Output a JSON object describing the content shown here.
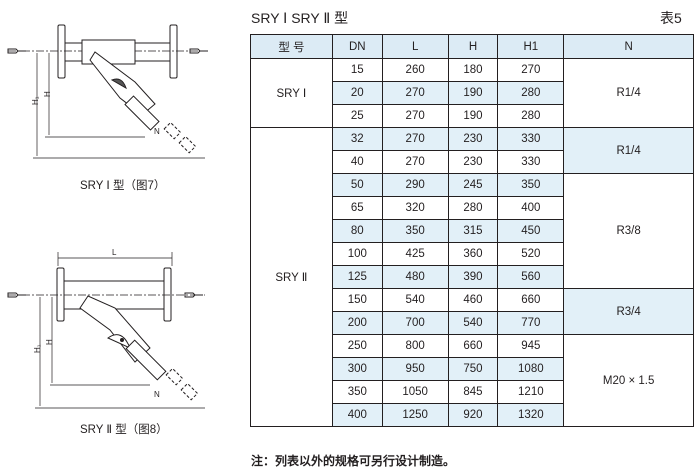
{
  "title": "SRY Ⅰ   SRY Ⅱ 型",
  "table_no": "表5",
  "headers": [
    "型 号",
    "DN",
    "L",
    "H",
    "H1",
    "N"
  ],
  "groups": [
    {
      "model": "SRY Ⅰ",
      "rows": [
        [
          "15",
          "260",
          "180",
          "270"
        ],
        [
          "20",
          "270",
          "190",
          "280"
        ],
        [
          "25",
          "270",
          "190",
          "280"
        ]
      ],
      "n": [
        {
          "label": "R1/4",
          "span": 3,
          "shaded": false
        }
      ]
    },
    {
      "model": "SRY Ⅱ",
      "rows": [
        [
          "32",
          "270",
          "230",
          "330"
        ],
        [
          "40",
          "270",
          "230",
          "330"
        ],
        [
          "50",
          "290",
          "245",
          "350"
        ],
        [
          "65",
          "320",
          "280",
          "400"
        ],
        [
          "80",
          "350",
          "315",
          "450"
        ],
        [
          "100",
          "425",
          "360",
          "520"
        ],
        [
          "125",
          "480",
          "390",
          "560"
        ],
        [
          "150",
          "540",
          "460",
          "660"
        ],
        [
          "200",
          "700",
          "540",
          "770"
        ],
        [
          "250",
          "800",
          "660",
          "945"
        ],
        [
          "300",
          "950",
          "750",
          "1080"
        ],
        [
          "350",
          "1050",
          "845",
          "1210"
        ],
        [
          "400",
          "1250",
          "920",
          "1320"
        ]
      ],
      "n": [
        {
          "label": "R1/4",
          "span": 2,
          "shaded": true
        },
        {
          "label": "R3/8",
          "span": 5,
          "shaded": false
        },
        {
          "label": "R3/4",
          "span": 2,
          "shaded": true
        },
        {
          "label": "M20 × 1.5",
          "span": 4,
          "shaded": false
        }
      ]
    }
  ],
  "shaded_dn": [
    "20",
    "32",
    "50",
    "80",
    "125",
    "200",
    "300",
    "400"
  ],
  "note": "注：列表以外的规格可另行设计制造。",
  "figures": {
    "fig7": {
      "caption": "SRY Ⅰ 型（图7）",
      "h": "H",
      "h1": "H₁",
      "n": "N"
    },
    "fig8": {
      "caption": "SRY Ⅱ 型（图8）",
      "l": "L",
      "h": "H",
      "h1": "H₁",
      "n": "N"
    }
  },
  "colors": {
    "header_bg": "#dcebf5",
    "row_shade": "#e2f0f8"
  }
}
